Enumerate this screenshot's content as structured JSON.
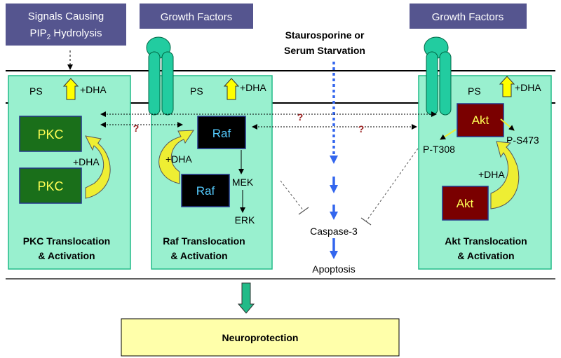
{
  "colors": {
    "panel_fill": "#99F0CF",
    "panel_stroke": "#22BB88",
    "header_box": "#55558F",
    "receptor": "#22CCA0",
    "pkc_box": "#1A6F1A",
    "pkc_text": "#FFFF55",
    "raf_box": "#000000",
    "raf_text": "#55CCFF",
    "akt_box": "#7A0000",
    "akt_text": "#FFFF55",
    "up_arrow": "#FFFF00",
    "curved_arrow": "#EEEE33",
    "blue_arrow": "#3366EE",
    "question": "#992222",
    "neuro_fill": "#FFFFAA"
  },
  "headers": {
    "signals_line1": "Signals Causing",
    "signals_line2_pre": "PIP",
    "signals_line2_sub": "2",
    "signals_line2_post": " Hydrolysis",
    "growth_left": "Growth Factors",
    "growth_right": "Growth Factors"
  },
  "center": {
    "stimulus_line1": "Staurosporine or",
    "stimulus_line2": "Serum Starvation",
    "caspase": "Caspase-3",
    "apoptosis": "Apoptosis"
  },
  "pkc_panel": {
    "ps": "PS",
    "dha": "+DHA",
    "box_top": "PKC",
    "box_bottom": "PKC",
    "curve_dha": "+DHA",
    "title1": "PKC Translocation",
    "title2": "& Activation"
  },
  "raf_panel": {
    "ps": "PS",
    "dha": "+DHA",
    "box_top": "Raf",
    "box_bottom": "Raf",
    "curve_dha": "+DHA",
    "mek": "MEK",
    "erk": "ERK",
    "title1": "Raf Translocation",
    "title2": "& Activation"
  },
  "akt_panel": {
    "ps": "PS",
    "dha": "+DHA",
    "box_top": "Akt",
    "box_bottom": "Akt",
    "curve_dha": "+DHA",
    "p_t308": "P-T308",
    "p_s473": "P-S473",
    "title1": "Akt Translocation",
    "title2": "& Activation"
  },
  "questions": {
    "q1": "?",
    "q2": "?",
    "q3": "?"
  },
  "footer": {
    "neuroprotection": "Neuroprotection"
  }
}
